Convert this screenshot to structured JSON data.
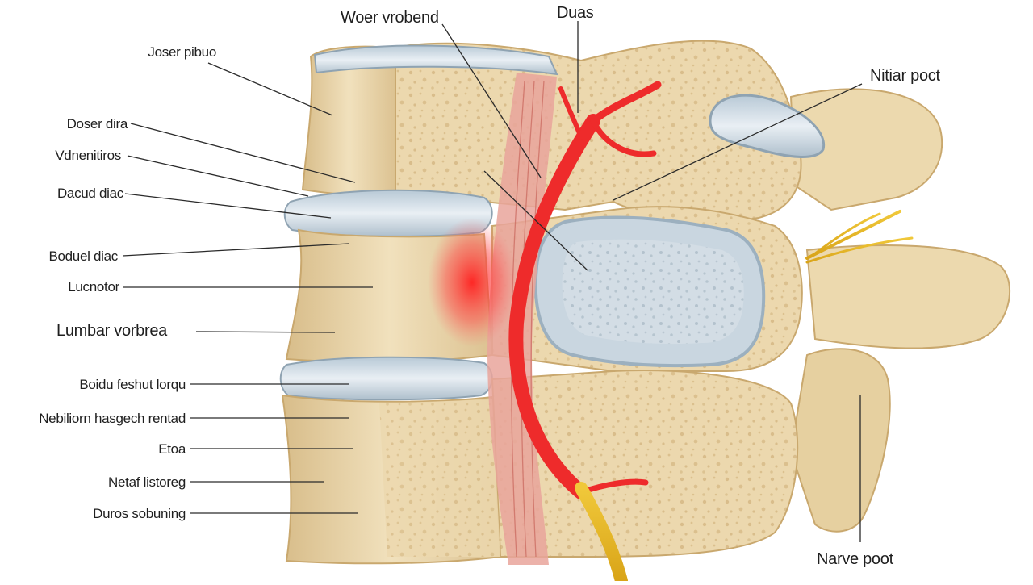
{
  "labels": {
    "left": [
      "Joser pibuo",
      "Doser dira",
      "Vdnenitiros",
      "Dacud diac",
      "Boduel diac",
      "Lucnotor",
      "Lumbar vorbrea",
      "Boidu feshut lorqu",
      "Nebiliorn hasgech rentad",
      "Etoa",
      "Netaf listoreg",
      "Duros sobuning"
    ],
    "top": [
      "Woer vrobend",
      "Duas"
    ],
    "right": [
      "Nitiar poct",
      "Narve poot"
    ]
  },
  "colors": {
    "bone": "#e8d3a6",
    "bone_dark": "#c9a86e",
    "disc": "#cfdbe4",
    "nerve_red": "#ee2b2b",
    "nerve_yellow": "#e5b51e",
    "leader_line": "#2b2b2b"
  }
}
